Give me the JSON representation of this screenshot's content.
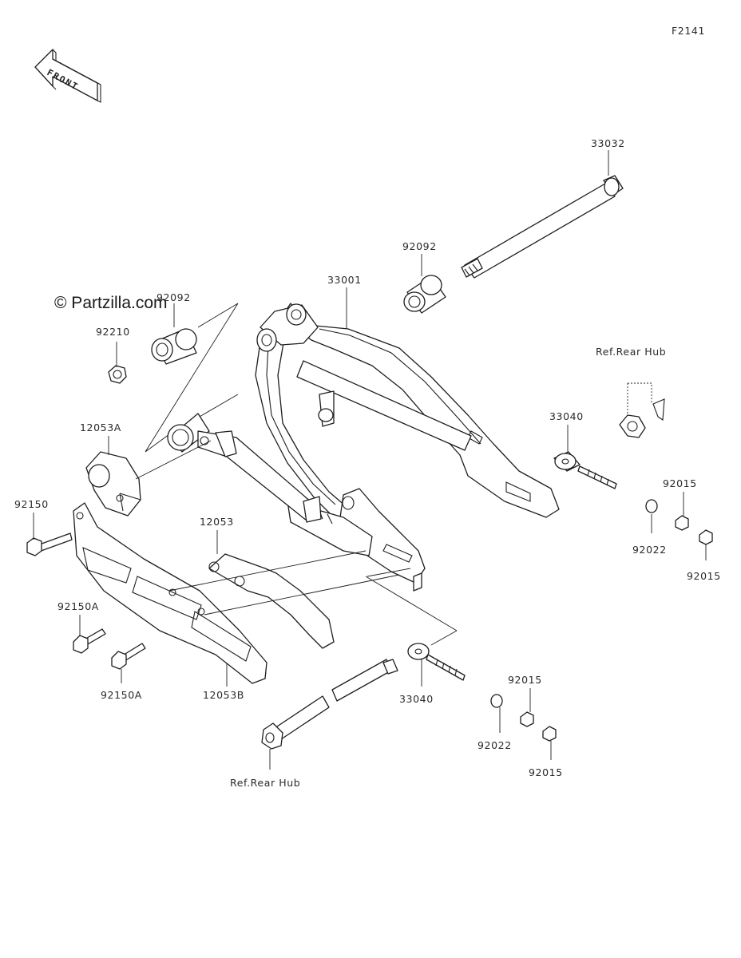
{
  "diagram_code": "F2141",
  "watermark": "© Partzilla.com",
  "front_arrow_label": "FRONT",
  "labels": {
    "p33032": "33032",
    "p92092_right": "92092",
    "p33001": "33001",
    "p92092_left": "92092",
    "p92210": "92210",
    "ref_rear_hub_top": "Ref.Rear Hub",
    "p33040_top": "33040",
    "p92015_a": "92015",
    "p92022_top": "92022",
    "p92015_b": "92015",
    "p12053A": "12053A",
    "p92150": "92150",
    "p12053": "12053",
    "p92150A_upper": "92150A",
    "p92150A_lower": "92150A",
    "p12053B": "12053B",
    "p33040_bottom": "33040",
    "p92015_c": "92015",
    "p92022_bottom": "92022",
    "p92015_d": "92015",
    "ref_rear_hub_bottom": "Ref.Rear Hub"
  },
  "colors": {
    "line": "#1e1e1e",
    "background": "#ffffff",
    "text": "#2a2a2a"
  }
}
